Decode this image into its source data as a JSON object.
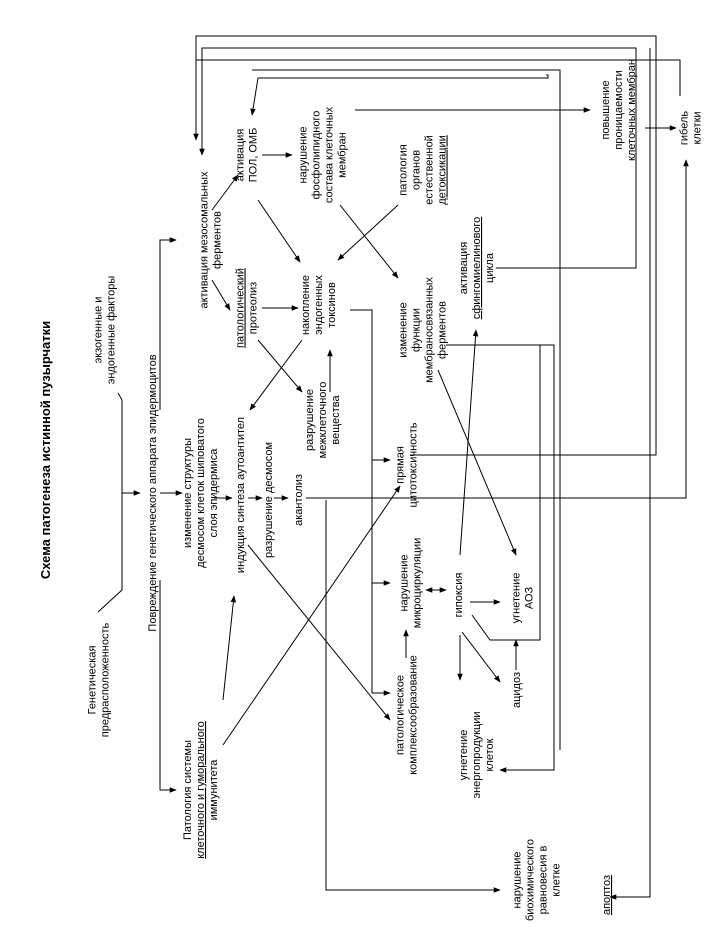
{
  "title": "Схема патогенеза истинной пузырчатки",
  "nodes": {
    "genetic": [
      "Генетическая",
      "предрасположенность"
    ],
    "exo_endo": [
      "экзогенные и",
      "эндогенные факторы"
    ],
    "gene_damage": [
      "Повреждение генетического аппарата эпидермоцитов"
    ],
    "immune_pathology": [
      "Патология системы",
      "клеточного и гуморального",
      "иммунитета"
    ],
    "desmosome_change": [
      "изменение структуры",
      "десмосом клеток шиповатого",
      "слоя эпидермиса"
    ],
    "autoantibody": [
      "индукция синтеза аутоантител"
    ],
    "desmosome_destroy": [
      "разрушение десмосом"
    ],
    "acantholysis": [
      "акантолиз"
    ],
    "lysosomal_activation": [
      "активация мезосомальных",
      "ферментов"
    ],
    "pathological_proteolysis": [
      "патологический",
      "протеолиз"
    ],
    "pol_activation": [
      "активация",
      "ПОЛ, ОМБ"
    ],
    "phospholipid": [
      "нарушение",
      "фосфолипидного",
      "состава клеточных",
      "мембран"
    ],
    "detox": [
      "патология",
      "органов",
      "естественной",
      "детоксикации"
    ],
    "toxin_accumulation": [
      "накопление",
      "эндогенных",
      "токсинов"
    ],
    "intercellular_destroy": [
      "разрушение",
      "межклеточного",
      "вещества"
    ],
    "enzyme_function": [
      "изменение",
      "функции",
      "мембраносвязанных",
      "ферментов"
    ],
    "sphingomyelin": [
      "активация",
      "сфингомиелинового",
      "цикла"
    ],
    "cytotoxicity": [
      "прямая",
      "цитотоксичность"
    ],
    "microcirculation": [
      "нарушение",
      "микроциркуляции"
    ],
    "complex_formation": [
      "патологическое",
      "комплексообразование"
    ],
    "hypoxia": [
      "гипоксия"
    ],
    "aoz": [
      "угнетение",
      "АОЗ"
    ],
    "acidosis": [
      "ацидоз"
    ],
    "energy": [
      "угнетение",
      "энергопродукции",
      "клеток"
    ],
    "biochem": [
      "нарушение",
      "биохимического",
      "равновесия в",
      "клетке"
    ],
    "apoptosis": [
      "апоптоз"
    ],
    "permeability": [
      "повышение",
      "проницаемости",
      "клеточных мембран"
    ],
    "cell_death": [
      "гибель",
      "клетки"
    ]
  }
}
